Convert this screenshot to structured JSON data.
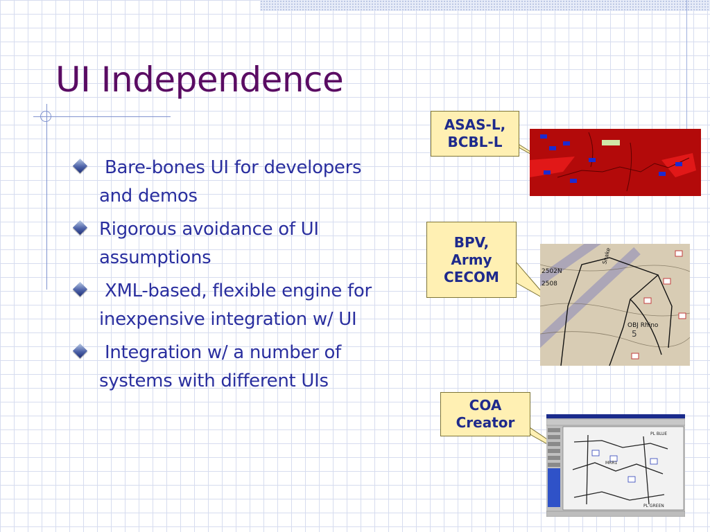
{
  "slide": {
    "title": "UI Independence",
    "bullets": [
      " Bare-bones UI for developers and demos",
      "Rigorous avoidance of UI assumptions",
      " XML-based, flexible engine for inexpensive integration w/ UI",
      " Integration w/ a number of systems with different UIs"
    ],
    "callouts": [
      {
        "lines": [
          "ASAS-L,",
          "BCBL-L"
        ]
      },
      {
        "lines": [
          "BPV,",
          "Army",
          "CECOM"
        ]
      },
      {
        "lines": [
          "COA",
          "Creator"
        ]
      }
    ],
    "images": [
      {
        "icon": "red-map-screenshot",
        "labels": []
      },
      {
        "icon": "topographic-map-screenshot",
        "labels": [
          "Snake",
          "2502N",
          "2508",
          "OBJ Rhino",
          "5"
        ]
      },
      {
        "icon": "coa-creator-window-screenshot",
        "labels": [
          "PL BLUE",
          "MRR1",
          "PL GREEN"
        ]
      }
    ]
  },
  "colors": {
    "title": "#5a0c63",
    "bullet_text": "#2a2f9f",
    "callout_fill": "#fff0b3",
    "callout_text": "#1e2a8c",
    "grid": "#d6dcef"
  }
}
